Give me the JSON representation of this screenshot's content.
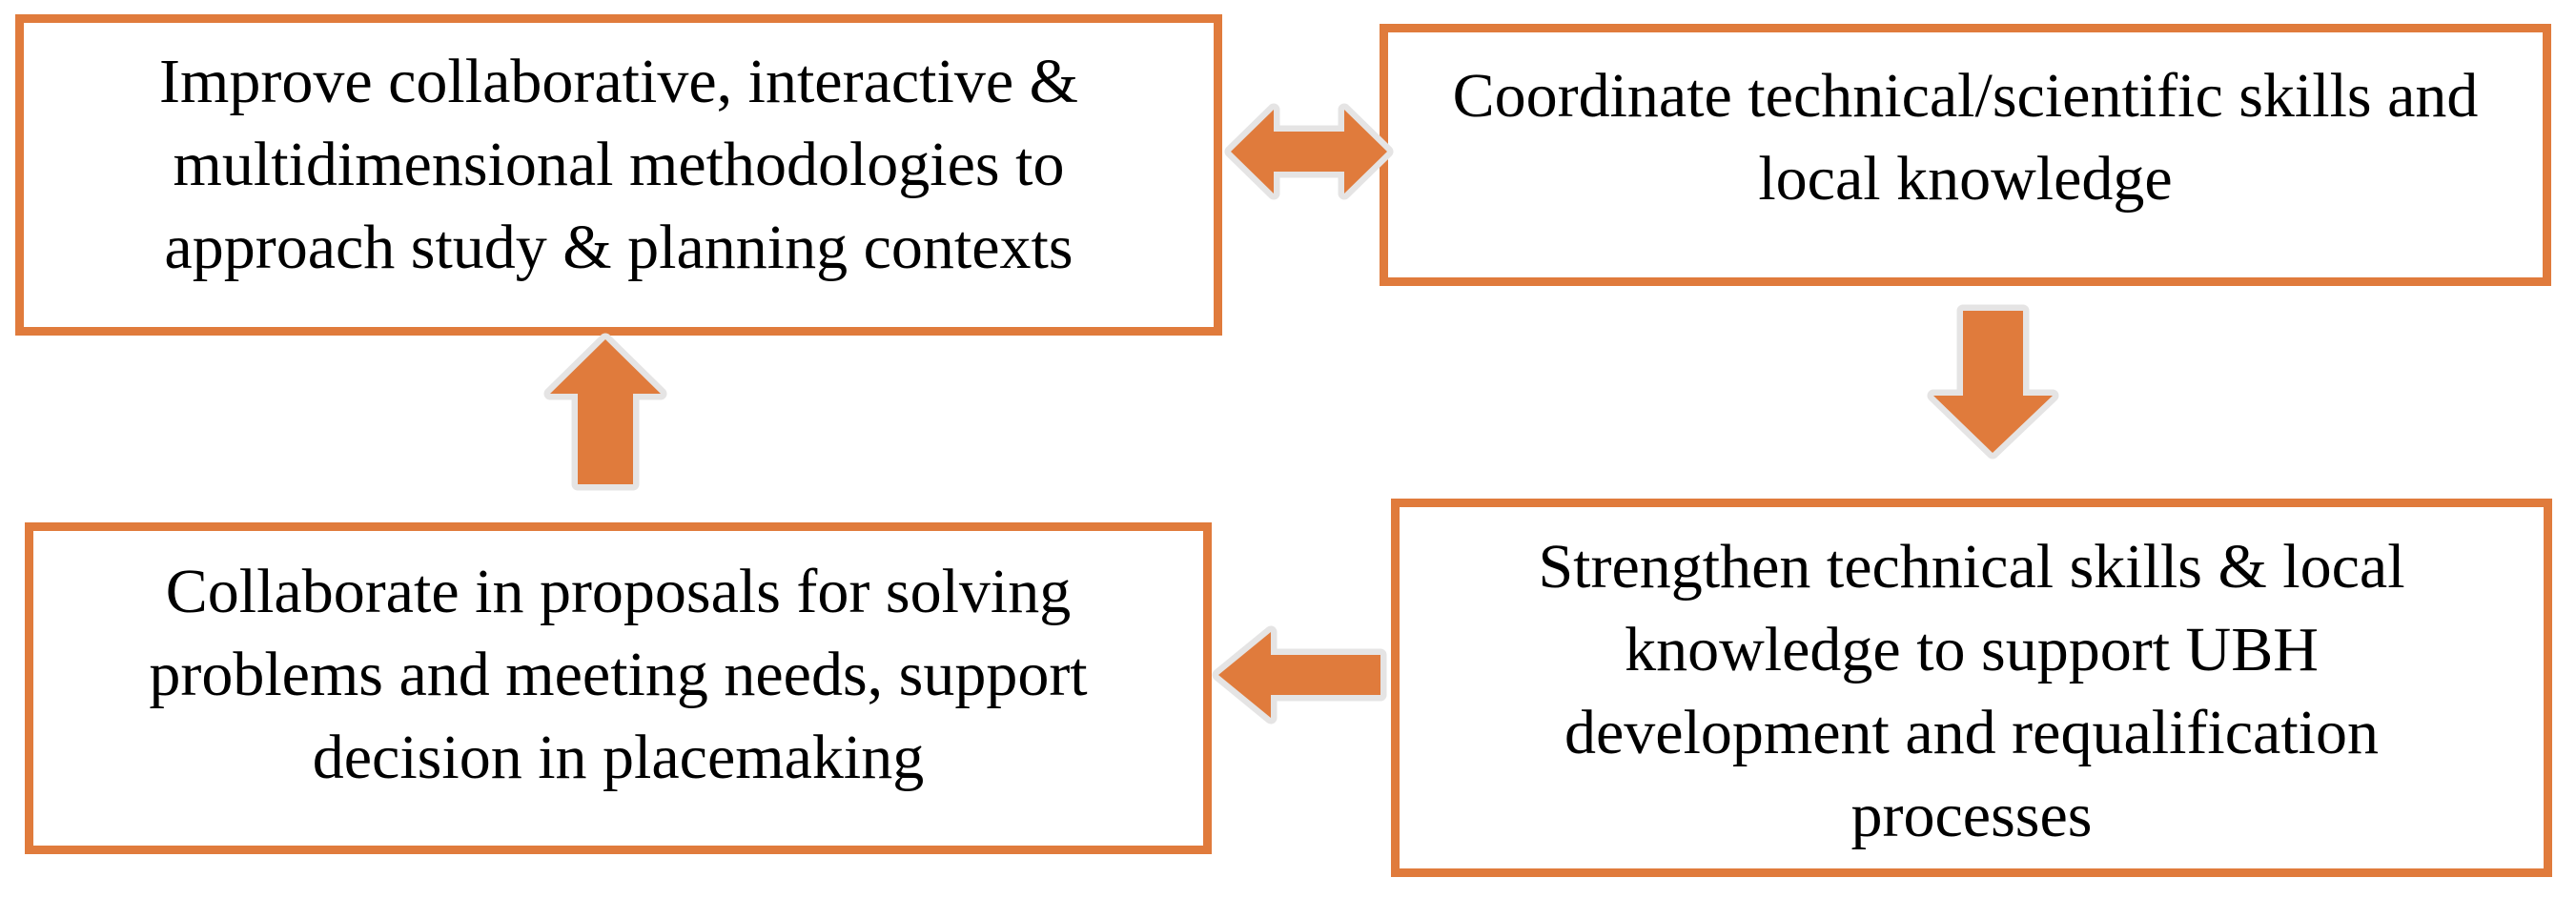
{
  "diagram": {
    "boxes": {
      "top_left": {
        "lines": [
          "Improve collaborative, interactive &",
          "multidimensional methodologies to",
          "approach study & planning contexts"
        ]
      },
      "top_right": {
        "lines": [
          "Coordinate technical/scientific skills and",
          "local knowledge"
        ]
      },
      "bottom_right": {
        "lines": [
          "Strengthen technical skills & local",
          "knowledge to support UBH",
          "development and requalification",
          "processes"
        ]
      },
      "bottom_left": {
        "lines": [
          "Collaborate in proposals for solving",
          "problems and meeting needs, support",
          "decision in placemaking"
        ]
      }
    },
    "arrows": {
      "double": {
        "direction": "left-right",
        "connects": "top_left <-> top_right"
      },
      "down": {
        "direction": "down",
        "connects": "top_right -> bottom_right"
      },
      "left": {
        "direction": "left",
        "connects": "bottom_right -> bottom_left"
      },
      "up": {
        "direction": "up",
        "connects": "bottom_left -> top_left"
      }
    },
    "colors": {
      "box_border_orange": "#E07B3C",
      "arrow_fill_orange": "#E07B3C",
      "arrow_casing_gray": "#E5E4E4",
      "background": "#FFFFFF",
      "text": "#000000"
    }
  }
}
